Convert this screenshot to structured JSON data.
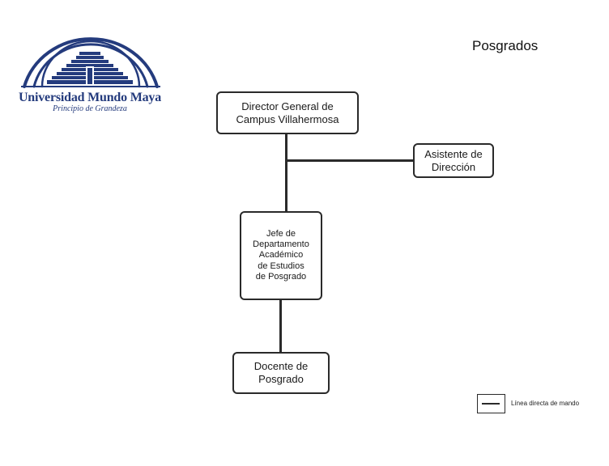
{
  "logo": {
    "name": "Universidad Mundo Maya",
    "motto": "Principio de Grandeza",
    "colors": {
      "primary": "#243b7d"
    }
  },
  "header": {
    "title": "Posgrados"
  },
  "org_chart": {
    "nodes": {
      "director": "Director General de\nCampus Villahermosa",
      "assistant": "Asistente de\nDirección",
      "head": "Jefe de\nDepartamento\nAcadémico\nde Estudios\nde Posgrado",
      "teacher": "Docente de\nPosgrado"
    },
    "edges": [
      {
        "from": "director",
        "to": "assistant"
      },
      {
        "from": "director",
        "to": "head"
      },
      {
        "from": "head",
        "to": "teacher"
      }
    ]
  },
  "legend": {
    "label": "Línea directa de mando"
  }
}
